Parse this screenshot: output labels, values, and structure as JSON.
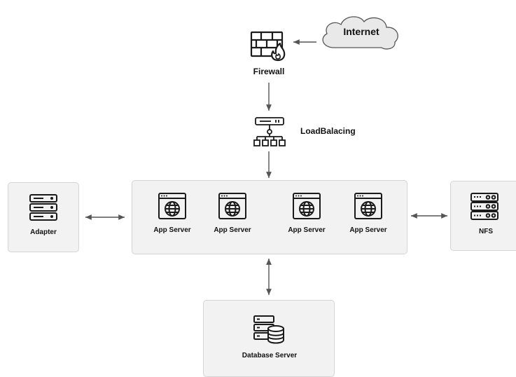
{
  "nodes": {
    "internet": "Internet",
    "firewall": "Firewall",
    "load_balancer": "LoadBalacing",
    "adapter": "Adapter",
    "nfs": "NFS",
    "database": "Database Server",
    "app_servers": [
      {
        "label": "App Server"
      },
      {
        "label": "App Server"
      },
      {
        "label": "App Server"
      },
      {
        "label": "App Server"
      }
    ]
  },
  "icons": {
    "internet": "cloud-icon",
    "firewall": "firewall-icon",
    "load_balancer": "load-balancer-icon",
    "adapter": "server-rack-icon",
    "app_server": "web-server-globe-icon",
    "nfs": "storage-rack-icon",
    "database": "database-server-icon"
  },
  "colors": {
    "panel_fill": "#f2f2f2",
    "panel_border": "#d4d4d4",
    "line": "#555555",
    "icon_stroke": "#1a1a1a"
  }
}
